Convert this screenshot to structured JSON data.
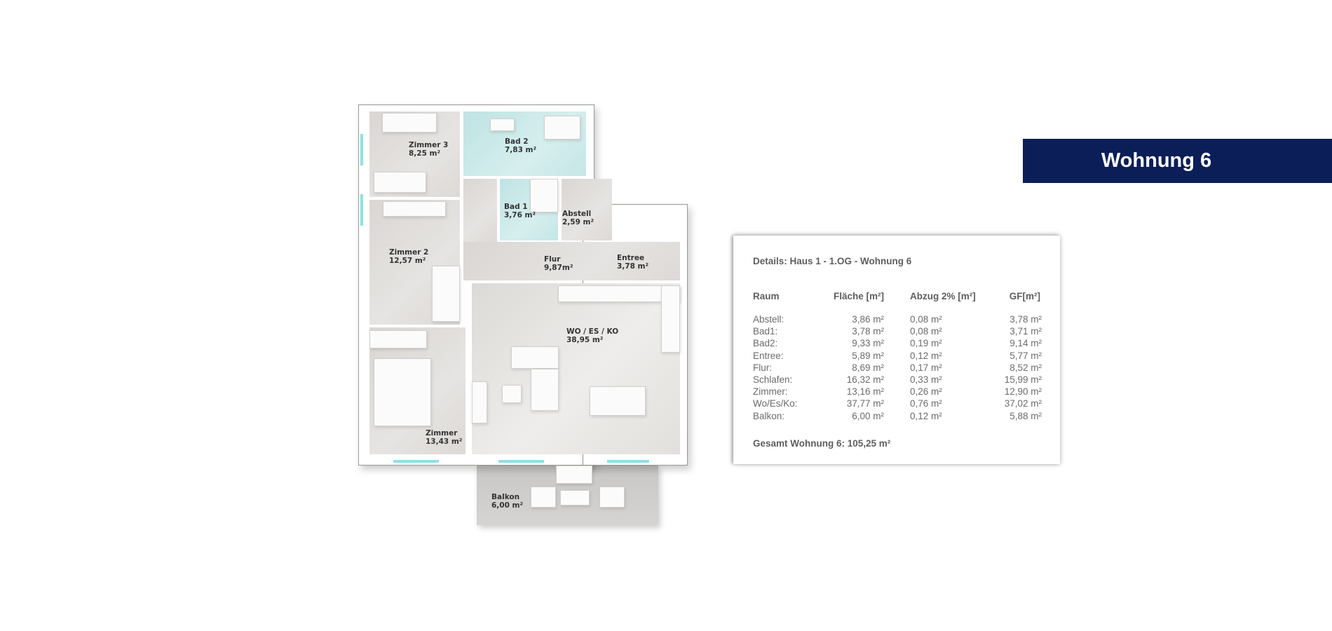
{
  "banner": {
    "title": "Wohnung 6",
    "color": "#0c1e58"
  },
  "details": {
    "heading": "Details: Haus 1 - 1.OG - Wohnung 6",
    "columns": [
      "Raum",
      "Fläche [m²]",
      "Abzug 2% [m²]",
      "GF[m²]"
    ],
    "rows": [
      [
        "Abstell:",
        "3,86 m²",
        "0,08 m²",
        "3,78 m²"
      ],
      [
        "Bad1:",
        "3,78 m²",
        "0,08 m²",
        "3,71 m²"
      ],
      [
        "Bad2:",
        "9,33 m²",
        "0,19 m²",
        "9,14 m²"
      ],
      [
        "Entree:",
        "5,89 m²",
        "0,12 m²",
        "5,77 m²"
      ],
      [
        "Flur:",
        "8,69 m²",
        "0,17 m²",
        "8,52 m²"
      ],
      [
        "Schlafen:",
        "16,32 m²",
        "0,33 m²",
        "15,99 m²"
      ],
      [
        "Zimmer:",
        "13,16 m²",
        "0,26 m²",
        "12,90 m²"
      ],
      [
        "Wo/Es/Ko:",
        "37,77 m²",
        "0,76 m²",
        "37,02 m²"
      ],
      [
        "Balkon:",
        "6,00 m²",
        "0,12 m²",
        "5,88 m²"
      ]
    ],
    "total": "Gesamt Wohnung 6: 105,25 m²"
  },
  "plan": {
    "rooms": {
      "zimmer3": {
        "name": "Zimmer 3",
        "area": "8,25 m²"
      },
      "bad2": {
        "name": "Bad 2",
        "area": "7,83 m²"
      },
      "bad1": {
        "name": "Bad 1",
        "area": "3,76 m²"
      },
      "abstell": {
        "name": "Abstell",
        "area": "2,59 m²"
      },
      "zimmer2": {
        "name": "Zimmer 2",
        "area": "12,57 m²"
      },
      "flur": {
        "name": "Flur",
        "area": "9,87m²"
      },
      "entree": {
        "name": "Entree",
        "area": "3,78 m²"
      },
      "wohnen": {
        "name": "WO / ES / KO",
        "area": "38,95 m²"
      },
      "zimmer": {
        "name": "Zimmer",
        "area": "13,43 m²"
      },
      "balkon": {
        "name": "Balkon",
        "area": "6,00 m²"
      }
    }
  }
}
